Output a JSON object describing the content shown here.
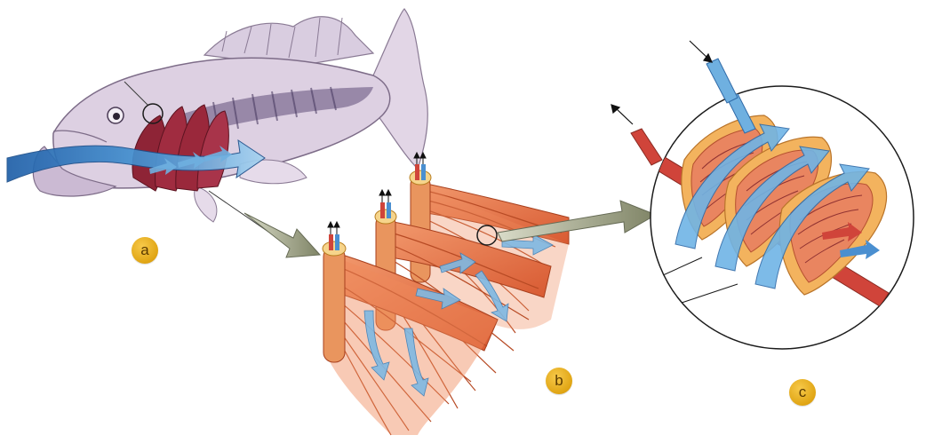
{
  "labels": {
    "a": "a",
    "b": "b",
    "c": "c"
  },
  "colors": {
    "fish_body": "#d8c9dc",
    "gill": "#9c2a3a",
    "water_arrow": "#2f7fc4",
    "filament": "#e8774a",
    "badge": "#e6aa1c",
    "pointer_arrow": "#8c9070",
    "artery_red": "#d0443a",
    "vessel_blue": "#4a8fd0"
  },
  "icons": {
    "water_flow": "blue-flow-arrow",
    "pointer": "grey-pointer-arrow",
    "blood_in": "small-black-arrow-in",
    "blood_out": "small-black-arrow-out"
  }
}
